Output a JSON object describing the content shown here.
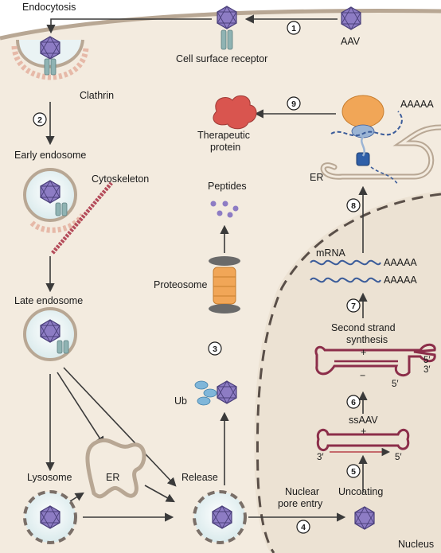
{
  "labels": {
    "endocytosis": "Endocytosis",
    "aav": "AAV",
    "cell_surface_receptor": "Cell surface receptor",
    "clathrin": "Clathrin",
    "therapeutic_protein_1": "Therapeutic",
    "therapeutic_protein_2": "protein",
    "aaaaa_ribosome": "AAAAA",
    "early_endosome": "Early endosome",
    "cytoskeleton": "Cytoskeleton",
    "peptides": "Peptides",
    "er_top": "ER",
    "mrna": "mRNA",
    "aaaaa_1": "AAAAA",
    "aaaaa_2": "AAAAA",
    "proteosome": "Proteosome",
    "late_endosome": "Late endosome",
    "second_strand_1": "Second strand",
    "second_strand_2": "synthesis",
    "plus_top": "+",
    "minus": "−",
    "five_prime_a": "5′",
    "three_prime_a": "3′",
    "five_prime_b": "5′",
    "ub": "Ub",
    "ssaav": "ssAAV",
    "plus_ss": "+",
    "three_prime_ss": "3′",
    "five_prime_ss": "5′",
    "lysosome": "Lysosome",
    "er_mid": "ER",
    "release": "Release",
    "nuclear_pore_1": "Nuclear",
    "nuclear_pore_2": "pore entry",
    "uncoating": "Uncoating",
    "nucleus": "Nucleus"
  },
  "steps": [
    "1",
    "2",
    "3",
    "4",
    "5",
    "6",
    "7",
    "8",
    "9"
  ],
  "colors": {
    "cytoplasm": "#f3ebdf",
    "membrane": "#b8a794",
    "nucleus": "#ece2d3",
    "capsid": "#8d7cc4",
    "capsid_dark": "#4a3f7a",
    "receptor": "#8fb3b3",
    "clathrin": "#e6b9a8",
    "protein": "#d9554f",
    "peptide": "#8d7cc4",
    "ribosome": "#f1a657",
    "mrna": "#3b5c9a",
    "dna": "#8c2e4a",
    "vesicle": "#eaf3f4"
  }
}
